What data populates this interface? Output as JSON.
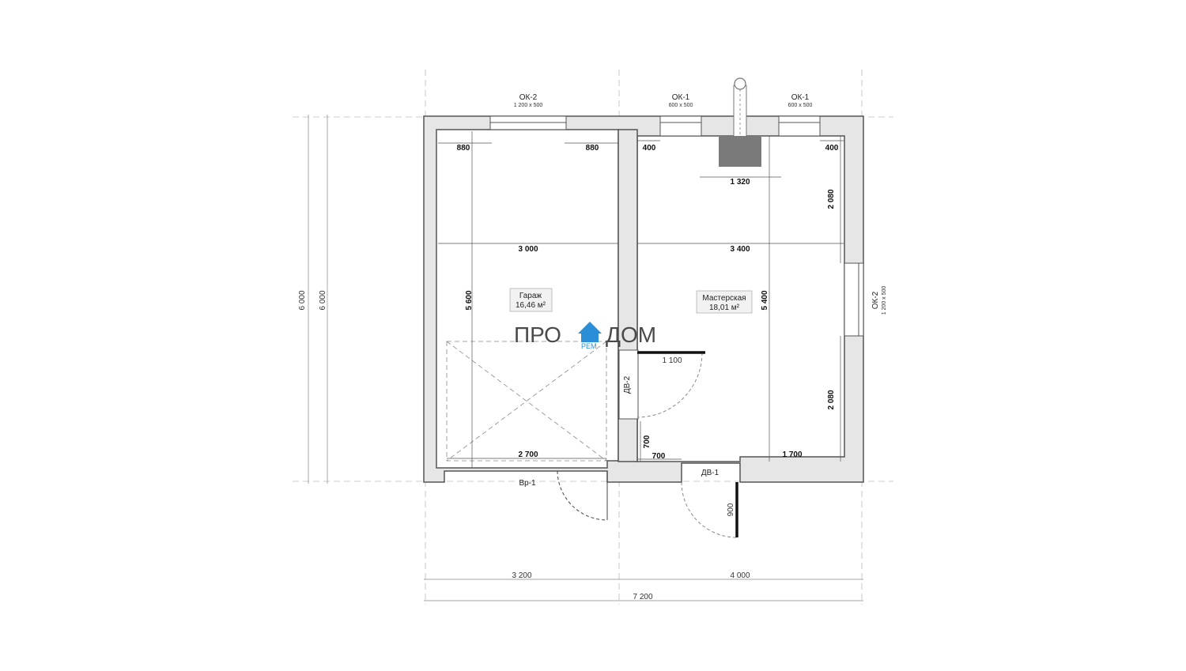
{
  "windows": {
    "top_left": {
      "mark": "ОК-2",
      "size": "1 200 x 500"
    },
    "top_mid": {
      "mark": "ОК-1",
      "size": "600 x 500"
    },
    "top_right": {
      "mark": "ОК-1",
      "size": "600 x 500"
    },
    "right": {
      "mark": "ОК-2",
      "size": "1 200 x 500"
    }
  },
  "rooms": {
    "garage": {
      "name": "Гараж",
      "area": "16,46 м²"
    },
    "workshop": {
      "name": "Мастерская",
      "area": "18,01 м²"
    }
  },
  "garage_dims": {
    "left_gap": "880",
    "right_gap": "880",
    "width": "3 000",
    "height": "5 600",
    "gate_width": "2 700"
  },
  "workshop_dims": {
    "left_gap": "400",
    "right_gap": "400",
    "stove": "1 320",
    "width": "3 400",
    "height": "5 400",
    "upper_right": "2 080",
    "lower_right": "2 080",
    "inner_door": "1 100",
    "small_v": "700",
    "small_h": "700",
    "bottom_right": "1 700"
  },
  "overall": {
    "height_outer": "6 000",
    "height_inner": "6 000",
    "left_width": "3 200",
    "right_width": "4 000",
    "total_width": "7 200"
  },
  "doors": {
    "gate": "Вр-1",
    "inner": "ДВ-2",
    "outer": "ДВ-1",
    "outer_swing": "900"
  },
  "logo": {
    "left": "ПРО",
    "right": "ДОМ",
    "sub": "РЕМ"
  },
  "colors": {
    "wall": "#cfcfcf",
    "stove": "#7a7a7a",
    "logo_blue": "#2a8fd6"
  }
}
